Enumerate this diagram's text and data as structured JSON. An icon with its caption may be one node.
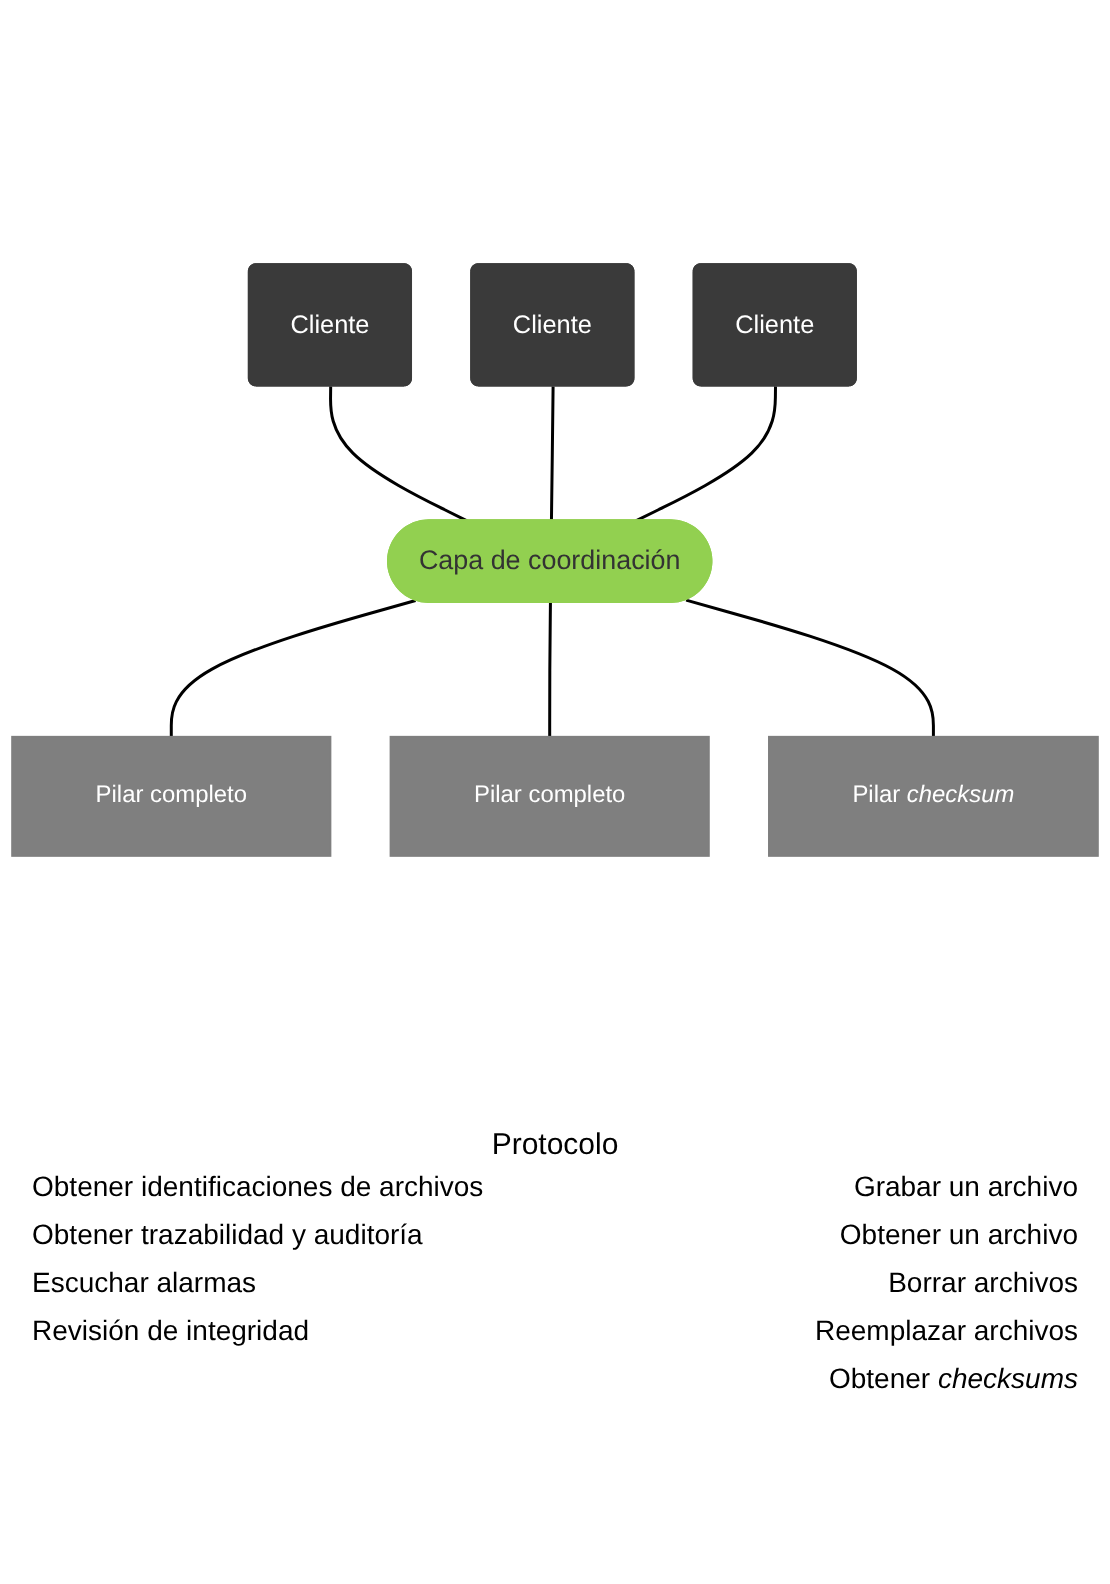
{
  "diagram": {
    "nodes": [
      {
        "text": [
          "Cliente"
        ]
      },
      {
        "text": [
          "Cliente"
        ]
      },
      {
        "text": [
          "Cliente"
        ]
      },
      {
        "text": [
          "Capa de coordinación"
        ]
      },
      {
        "text": [
          "Pilar completo"
        ]
      },
      {
        "text": [
          "Pilar completo"
        ]
      },
      {
        "text": [
          "Pilar *checksum*"
        ]
      }
    ],
    "edges": [
      {
        "from": 0,
        "to": 3,
        "arrow": "none"
      },
      {
        "from": 1,
        "to": 3,
        "arrow": "none"
      },
      {
        "from": 2,
        "to": 3,
        "arrow": "none"
      },
      {
        "from": 3,
        "to": 4,
        "arrow": "none"
      },
      {
        "from": 3,
        "to": 5,
        "arrow": "none"
      },
      {
        "from": 3,
        "to": 6,
        "arrow": "none"
      }
    ],
    "labels": [
      "Protocolo",
      "Obtener identificaciones de archivos",
      "Obtener trazabilidad y auditoría",
      "Escuchar alarmas",
      "Revisión de integridad",
      "Grabar un archivo",
      "Obtener un archivo",
      "Borrar archivos",
      "Reemplazar archivos",
      "Obtener *checksums*"
    ]
  }
}
